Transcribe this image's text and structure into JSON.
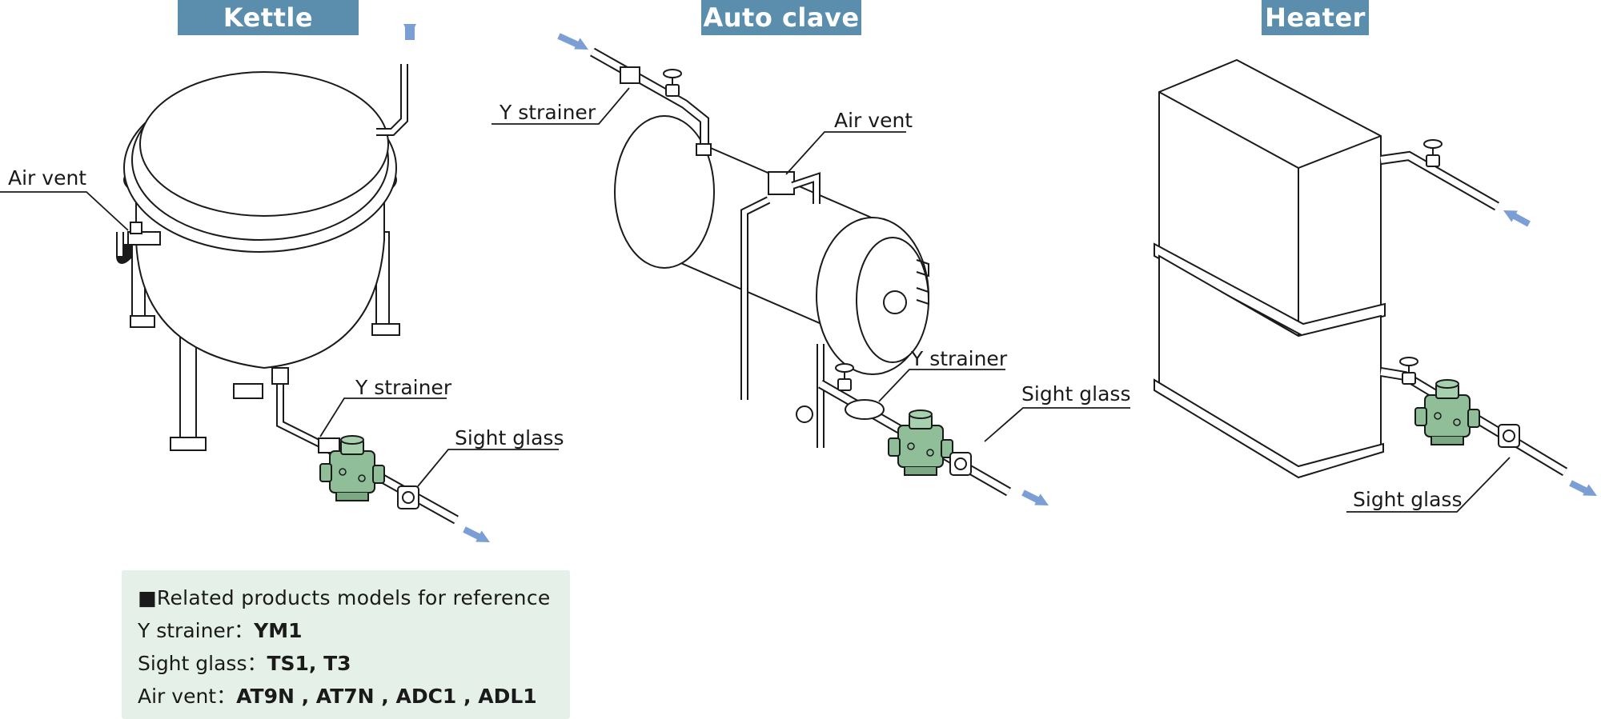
{
  "sections": {
    "kettle": {
      "title": "Kettle mixer",
      "labels": {
        "air_vent": "Air vent",
        "y_strainer": "Y strainer",
        "sight_glass": "Sight glass"
      }
    },
    "autoclave": {
      "title": "Auto clave",
      "labels": {
        "y_strainer_top": "Y strainer",
        "air_vent": "Air vent",
        "y_strainer_bottom": "Y strainer",
        "sight_glass": "Sight glass"
      }
    },
    "heater": {
      "title": "Heater",
      "labels": {
        "sight_glass": "Sight glass"
      }
    }
  },
  "reference": {
    "heading": "■Related products models for reference",
    "rows": [
      {
        "label": "Y strainer：",
        "value": "YM1"
      },
      {
        "label": "Sight glass：",
        "value": "TS1, T3"
      },
      {
        "label": "Air vent：",
        "value": "AT9N , AT7N , ADC1 , ADL1"
      }
    ]
  },
  "colors": {
    "title_bg": "#5b8ead",
    "arrow": "#7b9fd4",
    "trap_green": "#8fbe98",
    "ref_bg": "#e4f0e8",
    "line": "#1a1a1a"
  }
}
